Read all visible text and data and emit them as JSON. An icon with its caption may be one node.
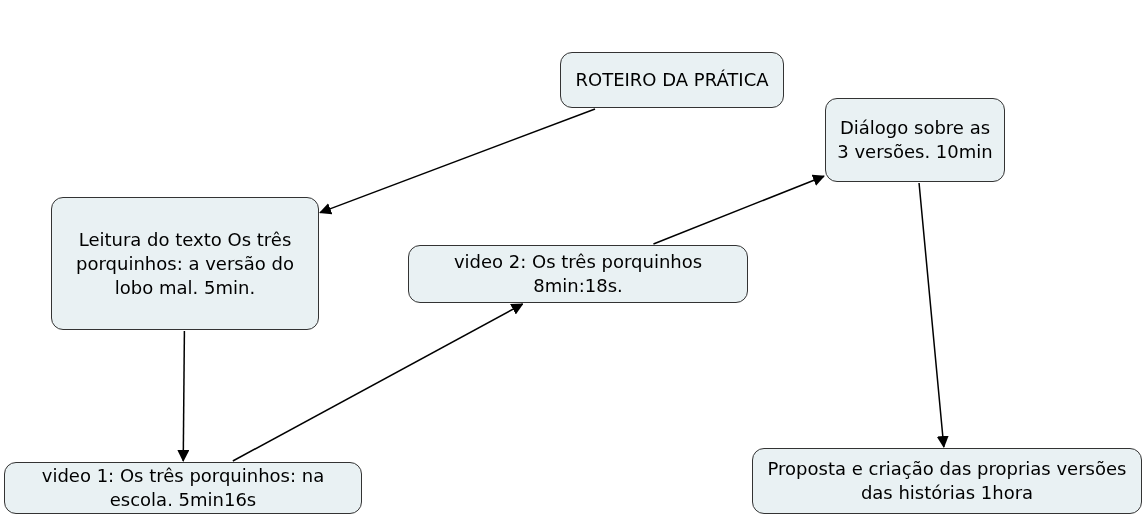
{
  "diagram": {
    "nodes": [
      {
        "text": [
          "ROTEIRO DA PRÁTICA"
        ]
      },
      {
        "text": [
          "Leitura do texto Os três porquinhos: a versão do lobo mal. 5min."
        ]
      },
      {
        "text": [
          "video 1: Os três porquinhos: na escola. 5min16s"
        ]
      },
      {
        "text": [
          "video 2: Os três porquinhos 8min:18s."
        ]
      },
      {
        "text": [
          "Diálogo sobre as 3 versões. 10min"
        ]
      },
      {
        "text": [
          "Proposta e criação das proprias versões das histórias 1hora"
        ]
      }
    ],
    "edges": [
      {
        "from": 0,
        "to": 1,
        "arrow": "to"
      },
      {
        "from": 1,
        "to": 2,
        "arrow": "to"
      },
      {
        "from": 2,
        "to": 3,
        "arrow": "to"
      },
      {
        "from": 3,
        "to": 4,
        "arrow": "to"
      },
      {
        "from": 4,
        "to": 5,
        "arrow": "to"
      }
    ]
  }
}
